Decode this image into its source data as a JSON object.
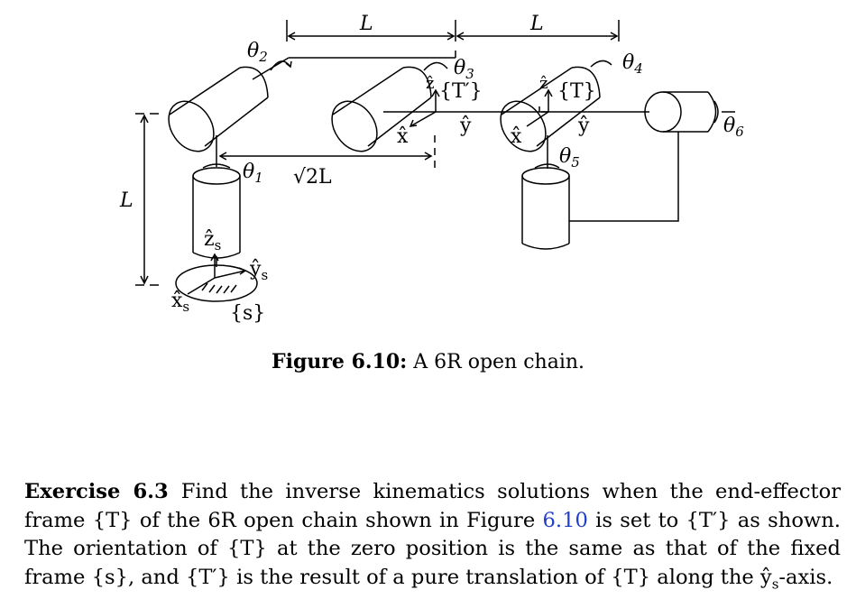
{
  "figure": {
    "labels": {
      "L_top_left": "L",
      "L_top_right": "L",
      "L_side": "L",
      "sqrt2L": "√2L",
      "theta1": "θ",
      "theta1_sub": "1",
      "theta2": "θ",
      "theta2_sub": "2",
      "theta3": "θ",
      "theta3_sub": "3",
      "theta4": "θ",
      "theta4_sub": "4",
      "theta5": "θ",
      "theta5_sub": "5",
      "theta6": "θ",
      "theta6_sub": "6",
      "zs": "ẑ",
      "zs_sub": "s",
      "ys": "ŷ",
      "ys_sub": "s",
      "xs": "x̂",
      "xs_sub": "s",
      "frame_s": "{s}",
      "frame_Tprime": "{T′}",
      "frame_T": "{T}",
      "z_hat_a": "ẑ",
      "y_hat_a": "ŷ",
      "x_hat_a": "x̂",
      "z_hat_b": "ẑ",
      "y_hat_b": "ŷ",
      "x_hat_b": "x̂"
    }
  },
  "caption": {
    "label": "Figure 6.10:",
    "text": " A 6R open chain."
  },
  "exercise": {
    "heading": "Exercise 6.3",
    "part1": "Find the inverse kinematics solutions when the end-effector frame {T} of the 6R open chain shown in Figure ",
    "figure_ref": "6.10",
    "part2": " is set to {T′} as shown. The orientation of {T} at the zero position is the same as that of the fixed frame {s}, and {T′} is the result of a pure translation of {T} along the ŷ",
    "part2_sub": "s",
    "part3": "-axis."
  }
}
